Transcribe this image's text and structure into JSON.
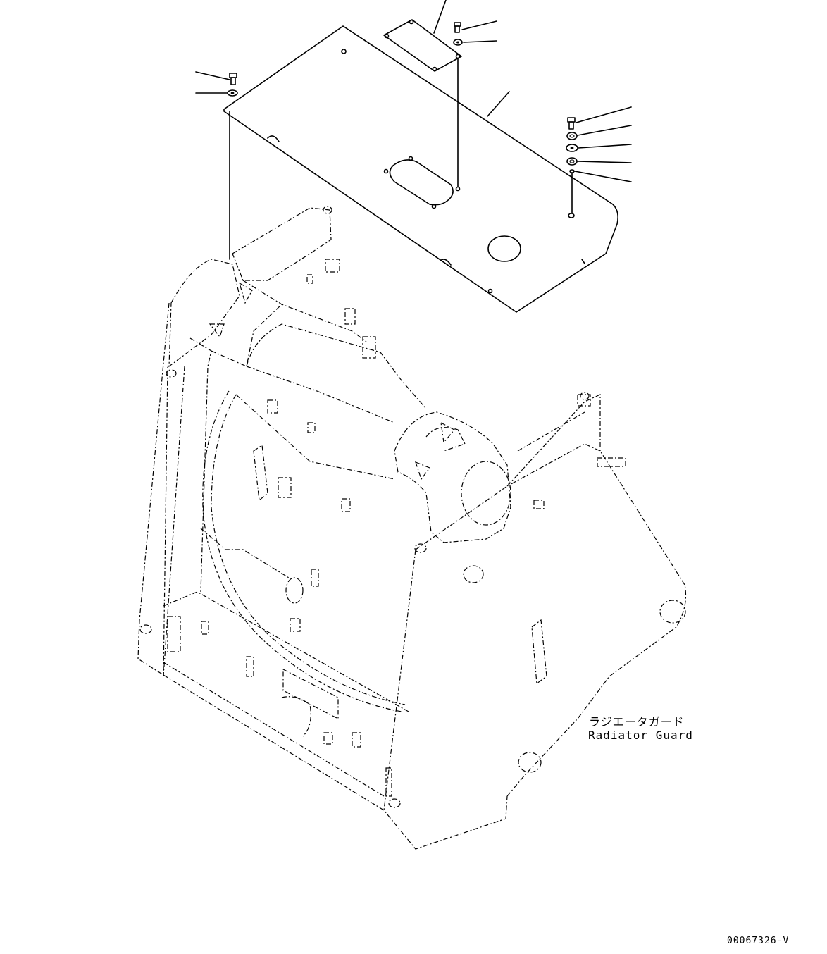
{
  "labels": {
    "part_name_jp": "ラジエータガード",
    "part_name_en": "Radiator Guard",
    "drawing_code": "00067326-V"
  },
  "colors": {
    "line": "#000000",
    "background": "#ffffff"
  }
}
